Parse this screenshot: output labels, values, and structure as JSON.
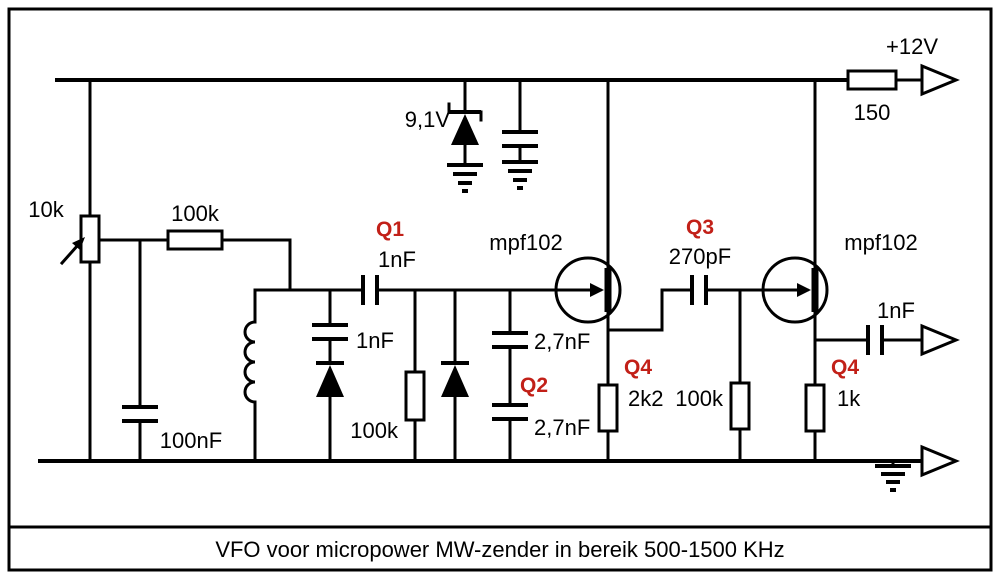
{
  "caption": "VFO voor micropower MW-zender in bereik 500-1500 KHz",
  "colors": {
    "ink": "#000000",
    "designator_red": "#c22018",
    "paper": "#ffffff"
  },
  "power": {
    "supply_label": "+12V",
    "decoupling_resistor": "150"
  },
  "tuning": {
    "potentiometer": "10k",
    "series_resistor": "100k",
    "filter_capacitor": "100nF"
  },
  "regulator": {
    "zener_voltage": "9,1V"
  },
  "oscillator": {
    "designator_coupling_cap": "Q1",
    "coupling_capacitor": "1nF",
    "tank_capacitor": "1nF",
    "gate_resistor": "100k",
    "designator_feedback": "Q2",
    "feedback_capacitor_top": "2,7nF",
    "feedback_capacitor_bottom": "2,7nF",
    "fet_type": "mpf102",
    "designator_source": "Q4",
    "source_resistor": "2k2"
  },
  "buffer": {
    "designator_coupling_cap": "Q3",
    "coupling_capacitor": "270pF",
    "gate_resistor": "100k",
    "fet_type": "mpf102",
    "designator_source": "Q4",
    "source_resistor": "1k",
    "output_capacitor": "1nF"
  }
}
